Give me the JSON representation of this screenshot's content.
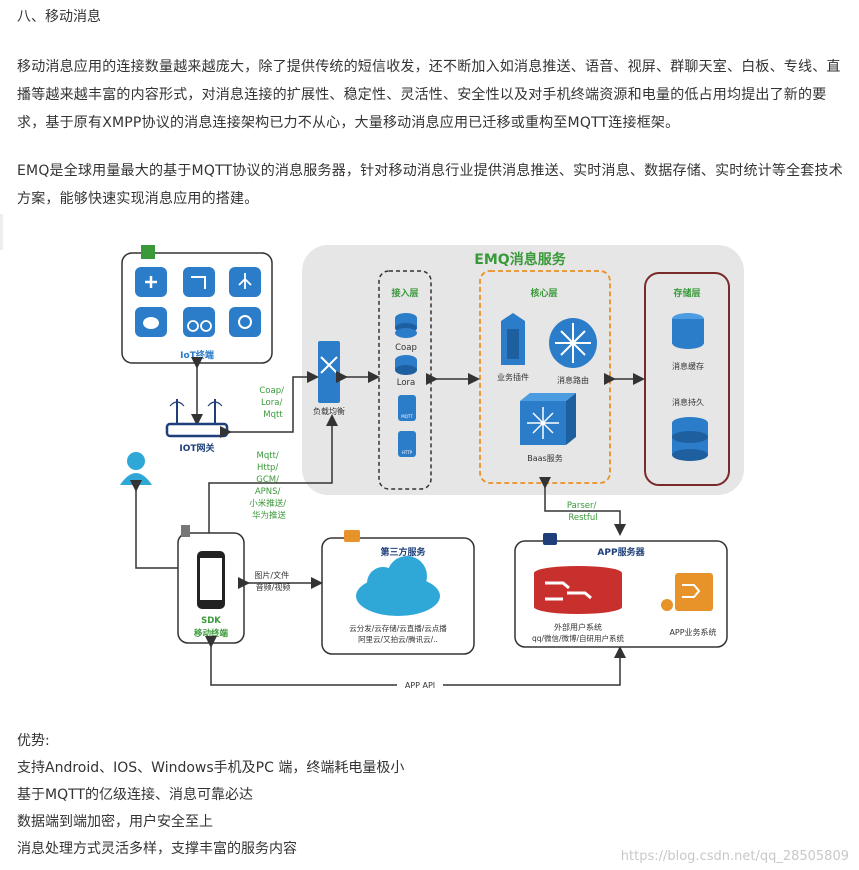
{
  "section_heading": "八、移动消息",
  "paragraph_1": "移动消息应用的连接数量越来越庞大，除了提供传统的短信收发，还不断加入如消息推送、语音、视屏、群聊天室、白板、专线、直播等越来越丰富的内容形式，对消息连接的扩展性、稳定性、灵活性、安全性以及对手机终端资源和电量的低占用均提出了新的要求，基于原有XMPP协议的消息连接架构已力不从心，大量移动消息应用已迁移或重构至MQTT连接框架。",
  "paragraph_2": "EMQ是全球用量最大的基于MQTT协议的消息服务器，针对移动消息行业提供消息推送、实时消息、数据存储、实时统计等全套技术方案，能够快速实现消息应用的搭建。",
  "diagram": {
    "emq_title": "EMQ消息服务",
    "access_layer": "接入层",
    "core_layer": "核心层",
    "storage_layer": "存储层",
    "coap": "Coap",
    "lora": "Lora",
    "mqtt_badge": "MQTT",
    "http_badge": "HTTP",
    "business_plugin": "业务插件",
    "message_routing": "消息路由",
    "baas_service": "Baas服务",
    "message_cache": "消息缓存",
    "message_persist": "消息持久",
    "load_balance": "负载均衡",
    "iot_terminal": "IoT终端",
    "iot_gateway": "IOT网关",
    "proto_1": [
      "Coap/",
      "Lora/",
      "Mqtt"
    ],
    "proto_2": [
      "Mqtt/",
      "Http/",
      "GCM/",
      "APNS/",
      "小米推送/",
      "华为推送"
    ],
    "sdk": "SDK",
    "mobile_terminal": "移动终端",
    "media_label": [
      "图片/文件",
      "音频/视频"
    ],
    "third_party": "第三方服务",
    "cloud_line1": "云分发/云存储/云直播/云点播",
    "cloud_line2": "阿里云/又拍云/腾讯云/..",
    "app_server": "APP服务器",
    "external_user": "外部用户系统",
    "external_user_sub": "qq/微信/微博/自研用户系统",
    "app_business": "APP业务系统",
    "parser_label": [
      "Parser/",
      "Restful"
    ],
    "app_api": "APP API",
    "colors": {
      "blue": "#2b7cc9",
      "green": "#3a9a3a",
      "orange": "#e8922a",
      "red": "#c8302d",
      "gray_panel": "#e6e6e6"
    }
  },
  "advantages_title": "优势:",
  "advantages": [
    "支持Android、IOS、Windows手机及PC 端，终端耗电量极小",
    "基于MQTT的亿级连接、消息可靠必达",
    "数据端到端加密，用户安全至上",
    "消息处理方式灵活多样，支撑丰富的服务内容"
  ],
  "watermark": "https://blog.csdn.net/qq_28505809"
}
